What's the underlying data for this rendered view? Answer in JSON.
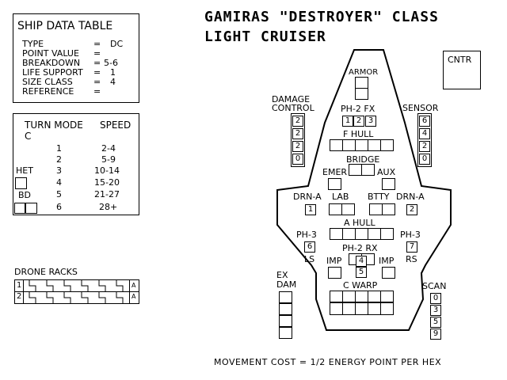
{
  "title": {
    "line1": "GAMIRAS \"DESTROYER\" CLASS",
    "line2": "LIGHT CRUISER"
  },
  "ship_data": {
    "heading": "SHIP DATA TABLE",
    "rows": [
      {
        "label": "TYPE",
        "eq": "=",
        "value": "DC"
      },
      {
        "label": "POINT VALUE",
        "eq": "=",
        "value": ""
      },
      {
        "label": "BREAKDOWN",
        "eq": "=",
        "value": "5-6"
      },
      {
        "label": "LIFE SUPPORT",
        "eq": "=",
        "value": "1"
      },
      {
        "label": "SIZE CLASS",
        "eq": "=",
        "value": "4"
      },
      {
        "label": "REFERENCE",
        "eq": "=",
        "value": ""
      }
    ]
  },
  "turn_mode": {
    "header_mode": "TURN MODE",
    "header_speed": "SPEED",
    "mode_value": "C",
    "het_label": "HET",
    "bd_label": "BD",
    "rows": [
      {
        "mode": "1",
        "speed": "2-4"
      },
      {
        "mode": "2",
        "speed": "5-9"
      },
      {
        "mode": "3",
        "speed": "10-14"
      },
      {
        "mode": "4",
        "speed": "15-20"
      },
      {
        "mode": "5",
        "speed": "21-27"
      },
      {
        "mode": "6",
        "speed": "28+"
      }
    ]
  },
  "drone_racks": {
    "label": "DRONE RACKS",
    "rows": [
      {
        "num": "1",
        "end": "A"
      },
      {
        "num": "2",
        "end": "A"
      }
    ]
  },
  "cntr_label": "CNTR",
  "ship": {
    "armor": "ARMOR",
    "ph2fx_label": "PH-2 FX",
    "ph2fx_cells": [
      "1",
      "2",
      "3"
    ],
    "fhull": "F HULL",
    "bridge": "BRIDGE",
    "emer": "EMER",
    "aux": "AUX",
    "drn_a_left": "DRN-A",
    "drn_a_left_cell": "1",
    "lab": "LAB",
    "btty": "BTTY",
    "drn_a_right": "DRN-A",
    "drn_a_right_cell": "2",
    "ahull": "A HULL",
    "ph3_left": "PH-3",
    "ph3_left_cell": "6",
    "ls": "LS",
    "ph2rx": "PH-2 RX",
    "ph3_right": "PH-3",
    "ph3_right_cell": "7",
    "rs": "RS",
    "imp_left": "IMP",
    "imp_right": "IMP",
    "imp_cells": [
      "4",
      "5"
    ],
    "cwarp": "C WARP"
  },
  "damage_control": {
    "line1": "DAMAGE",
    "line2": "CONTROL",
    "cells": [
      "2",
      "2",
      "2",
      "0"
    ]
  },
  "sensor": {
    "label": "SENSOR",
    "cells": [
      "6",
      "4",
      "2",
      "0"
    ]
  },
  "ex_dam": {
    "line1": "EX",
    "line2": "DAM"
  },
  "scan": {
    "label": "SCAN",
    "cells": [
      "0",
      "3",
      "5",
      "9"
    ]
  },
  "footer": "MOVEMENT COST = 1/2 ENERGY POINT PER HEX"
}
